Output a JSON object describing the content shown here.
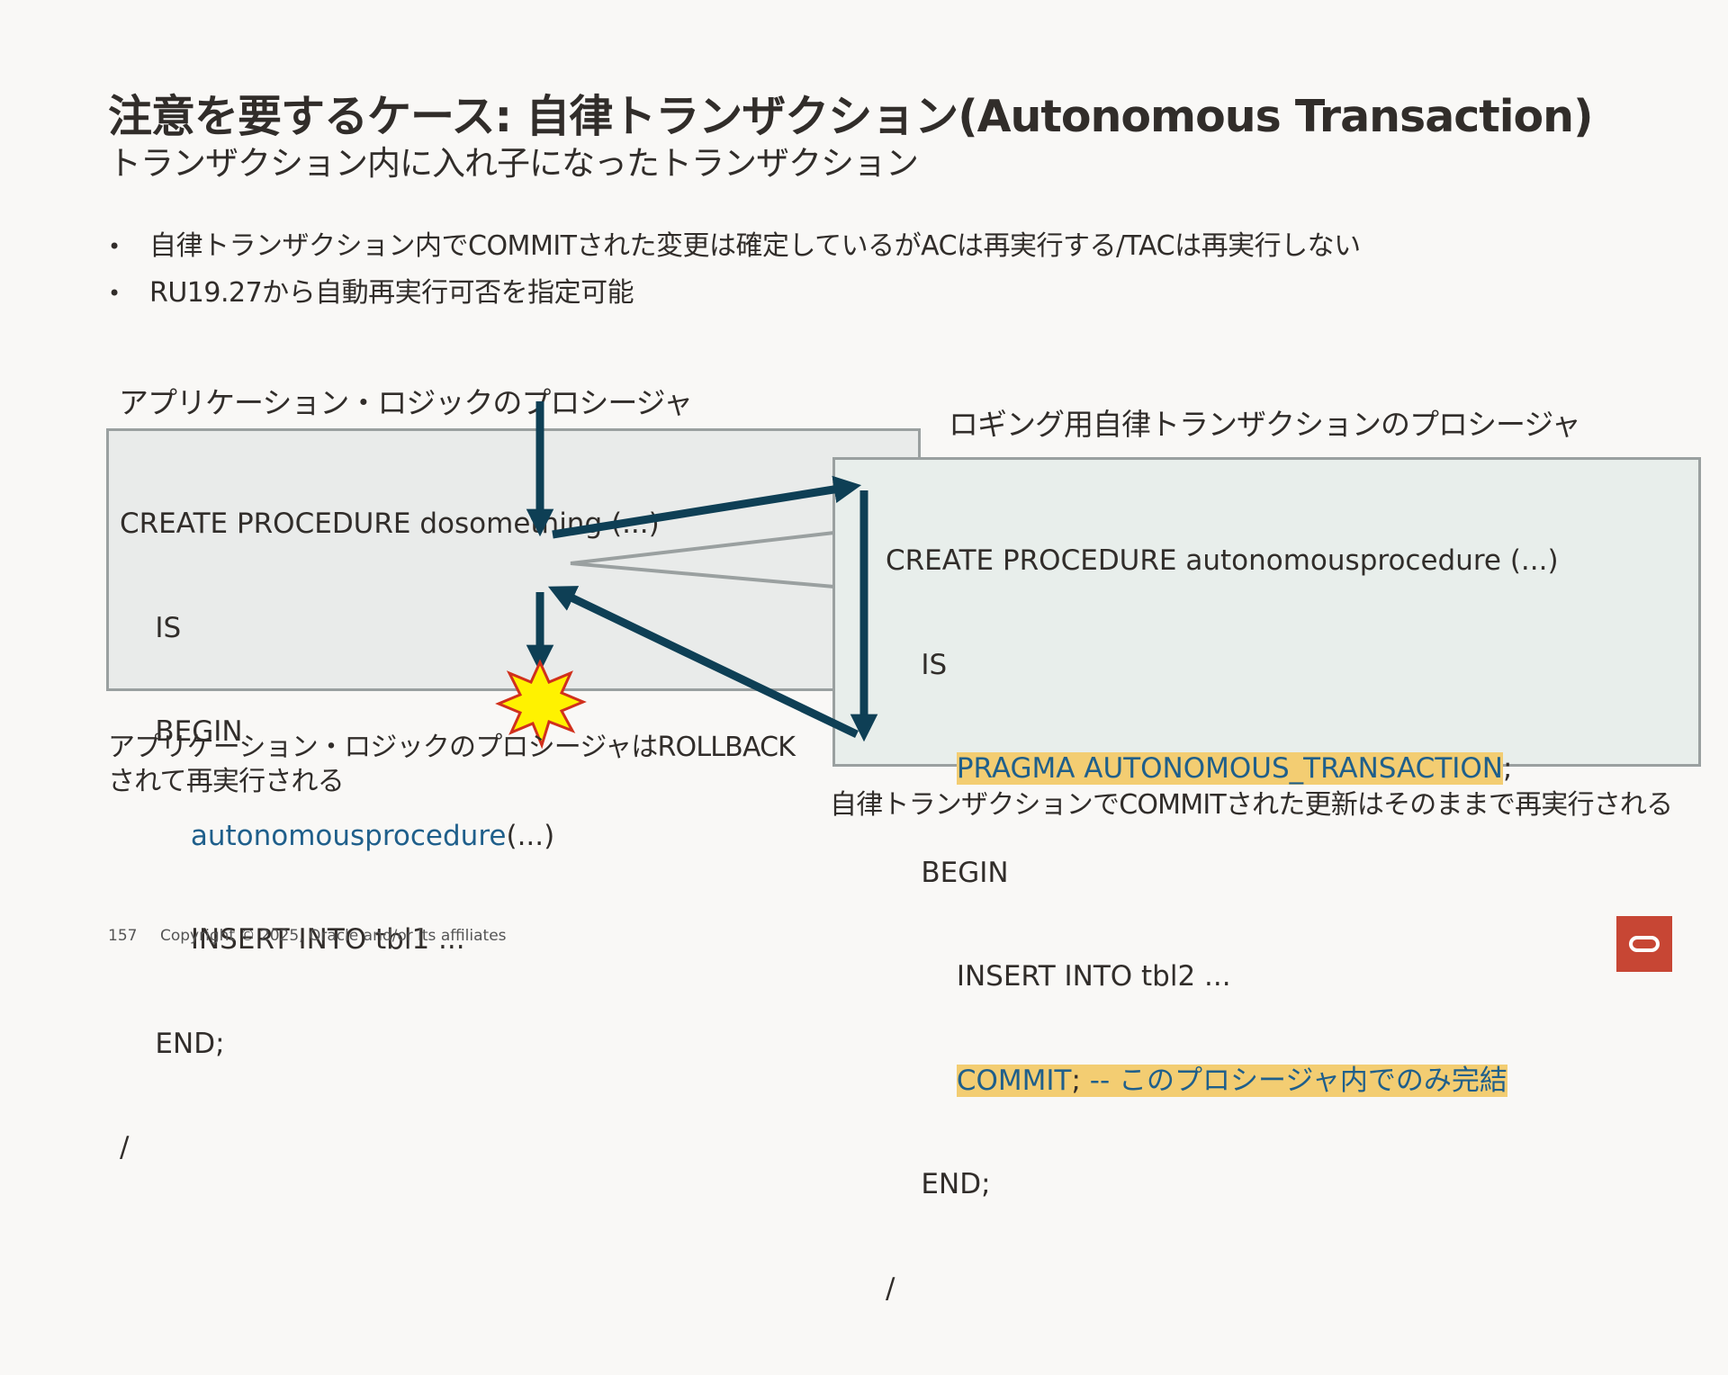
{
  "header": {
    "title": "注意を要するケース: 自律トランザクション(Autonomous Transaction)",
    "subtitle": "トランザクション内に入れ子になったトランザクション"
  },
  "bullets": [
    "自律トランザクション内でCOMMITされた変更は確定しているがACは再実行する/TACは再実行しない",
    "RU19.27から自動再実行可否を指定可能"
  ],
  "left_proc": {
    "label": "アプリケーション・ロジックのプロシージャ",
    "lines": {
      "l1": "CREATE PROCEDURE dosomething (...)",
      "l2": "    IS",
      "l3": "    BEGIN",
      "l4_call": "autonomousprocedure",
      "l4_args": "(...)",
      "l5": "        INSERT INTO tbl1 ...",
      "l6": "    END;",
      "l7": "/"
    },
    "caption": "アプリケーション・ロジックのプロシージャはROLLBACKされて再実行される"
  },
  "right_proc": {
    "label": "ロギング用自律トランザクションのプロシージャ",
    "lines": {
      "l1": "CREATE PROCEDURE autonomousprocedure (...)",
      "l2": "    IS",
      "l3_pragma": "PRAGMA AUTONOMOUS_TRANSACTION",
      "l3_end": ";",
      "l4": "    BEGIN",
      "l5": "        INSERT INTO tbl2 ...",
      "l6_commit": "COMMIT",
      "l6_semicolon": ";",
      "l6_comment": " -- このプロシージャ内でのみ完結",
      "l7": "    END;",
      "l8": "/"
    },
    "caption": "自律トランザクションでCOMMITされた更新はそのままで再実行される"
  },
  "footer": {
    "page_number": "157",
    "copyright": "Copyright © 2025, Oracle and/or its affiliates"
  },
  "colors": {
    "arrow": "#0e3f55",
    "highlight": "#f3cd72",
    "code_blue": "#1f5f8b",
    "logo": "#c74634"
  }
}
